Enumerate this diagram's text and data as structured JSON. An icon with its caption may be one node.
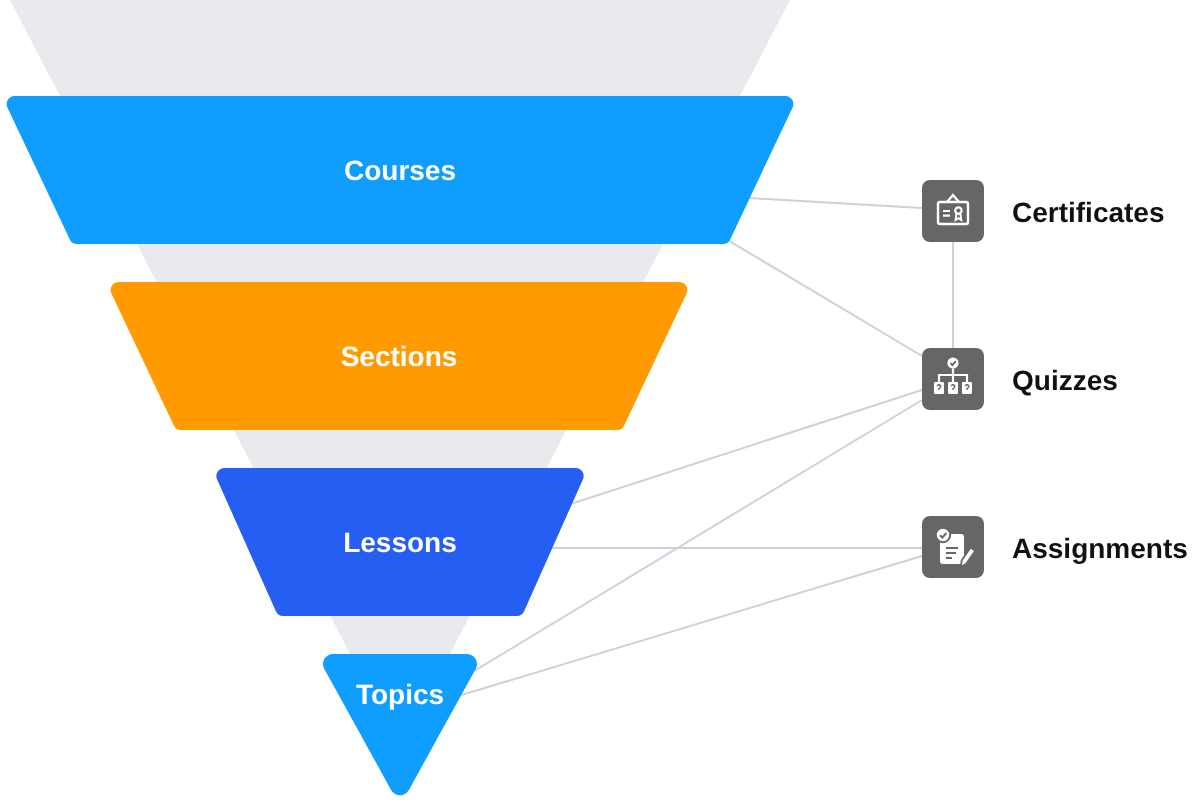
{
  "diagram": {
    "nodes": [
      {
        "text": [
          "Courses"
        ]
      },
      {
        "text": [
          "Sections"
        ]
      },
      {
        "text": [
          "Lessons"
        ]
      },
      {
        "text": [
          "Topics"
        ]
      },
      {
        "text": [
          "Certificates"
        ]
      },
      {
        "text": [
          "Quizzes"
        ]
      },
      {
        "text": [
          "Assignments"
        ]
      }
    ],
    "edges": [
      {
        "from": 0,
        "to": 4,
        "arrow": "none"
      },
      {
        "from": 0,
        "to": 5,
        "arrow": "none"
      },
      {
        "from": 4,
        "to": 5,
        "arrow": "none"
      },
      {
        "from": 2,
        "to": 5,
        "arrow": "none"
      },
      {
        "from": 3,
        "to": 5,
        "arrow": "none"
      },
      {
        "from": 2,
        "to": 6,
        "arrow": "none"
      },
      {
        "from": 3,
        "to": 6,
        "arrow": "none"
      }
    ]
  }
}
